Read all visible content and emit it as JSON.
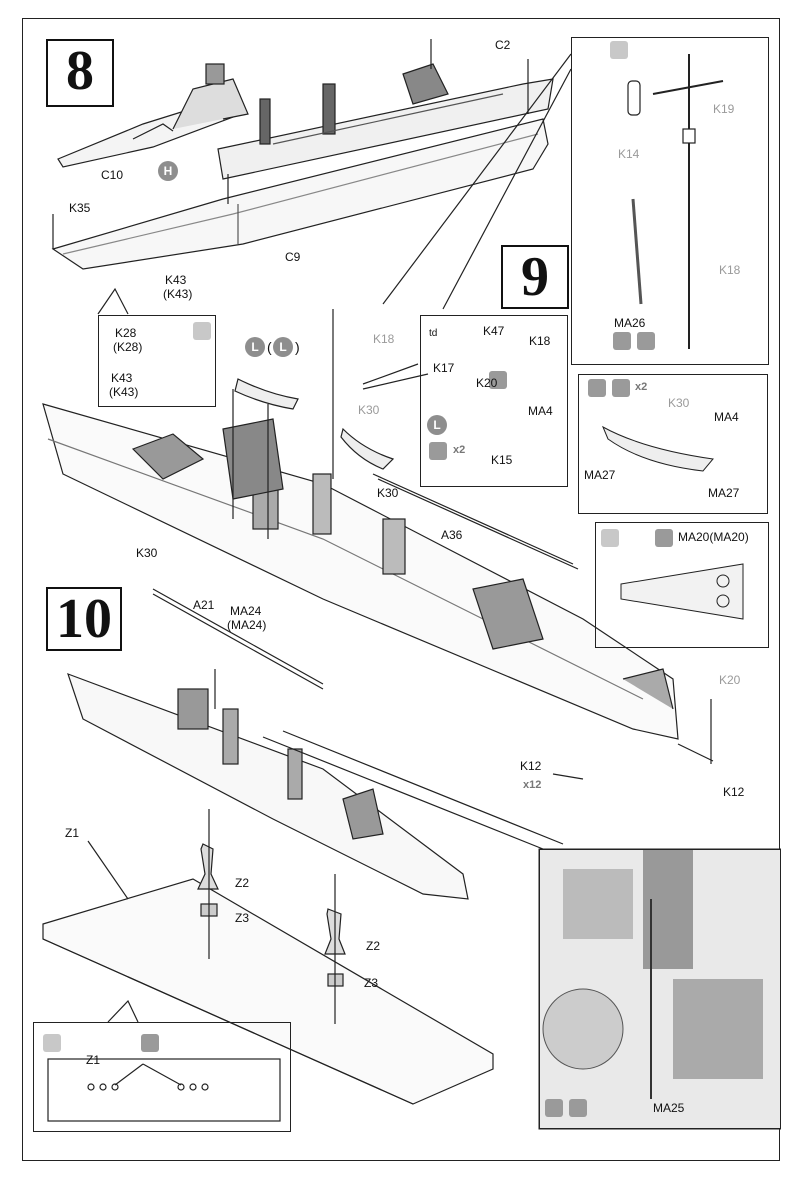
{
  "steps": {
    "step8": "8",
    "step9": "9",
    "step10": "10"
  },
  "markers": {
    "H": "H",
    "L1": "L",
    "L2": "L",
    "L_paren_open": "(",
    "L_paren_close": ")",
    "L_small": "L"
  },
  "labels": {
    "C2": "C2",
    "C10": "C10",
    "C9": "C9",
    "K35": "K35",
    "K43": "K43",
    "K43p": "(K43)",
    "K28": "K28",
    "K28p": "(K28)",
    "K43b": "K43",
    "K43bp": "(K43)",
    "K19": "K19",
    "K14": "K14",
    "K18a": "K18",
    "MA26": "MA26",
    "K18b": "K18",
    "td": "td",
    "K47": "K47",
    "K18c": "K18",
    "K17": "K17",
    "K20": "K20",
    "MA4": "MA4",
    "K15": "K15",
    "K30a": "K30",
    "K30b": "K30",
    "K30c": "K30",
    "A36": "A36",
    "MA4b": "MA4",
    "MA27a": "MA27",
    "MA27b": "MA27",
    "MA20": "MA20(MA20)",
    "MA24": "MA24",
    "MA24p": "(MA24)",
    "A21": "A21",
    "K20b": "K20",
    "K12a": "K12",
    "K12b": "K12",
    "x12": "x12",
    "x2a": "x2",
    "x2b": "x2",
    "Z1": "Z1",
    "Z2a": "Z2",
    "Z3a": "Z3",
    "Z2b": "Z2",
    "Z3b": "Z3",
    "Z1b": "Z1",
    "MA25": "MA25"
  },
  "icons": [
    "glue-icon",
    "paint-icon",
    "drill-icon",
    "repeat-icon"
  ],
  "colors": {
    "line": "#222222",
    "grey_label": "#9a9a9a",
    "badge": "#8e8e8e"
  }
}
